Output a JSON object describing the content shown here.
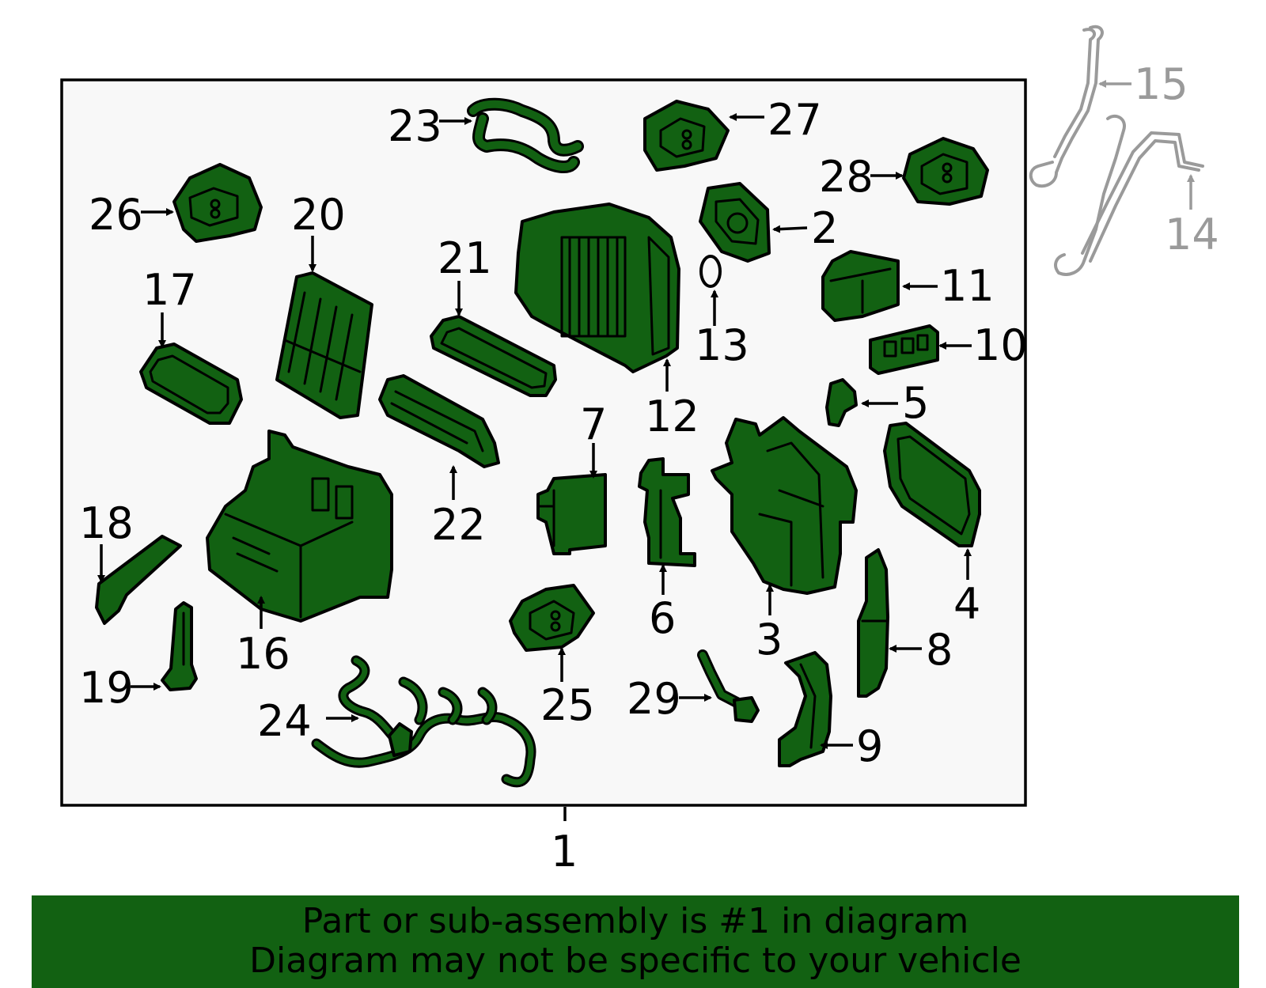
{
  "callouts": {
    "c1": "1",
    "c2": "2",
    "c3": "3",
    "c4": "4",
    "c5": "5",
    "c6": "6",
    "c7": "7",
    "c8": "8",
    "c9": "9",
    "c10": "10",
    "c11": "11",
    "c12": "12",
    "c13": "13",
    "c14": "14",
    "c15": "15",
    "c16": "16",
    "c17": "17",
    "c18": "18",
    "c19": "19",
    "c20": "20",
    "c21": "21",
    "c22": "22",
    "c23": "23",
    "c24": "24",
    "c25": "25",
    "c26": "26",
    "c27": "27",
    "c28": "28",
    "c29": "29"
  },
  "banner": {
    "line1": "Part or sub-assembly is #1 in diagram",
    "line2": "Diagram may not be specific to your vehicle"
  },
  "colors": {
    "part_fill": "#126112",
    "excluded_parts": "#9a9a9a",
    "panel_background": "#f8f8f8",
    "banner": "#126112"
  }
}
